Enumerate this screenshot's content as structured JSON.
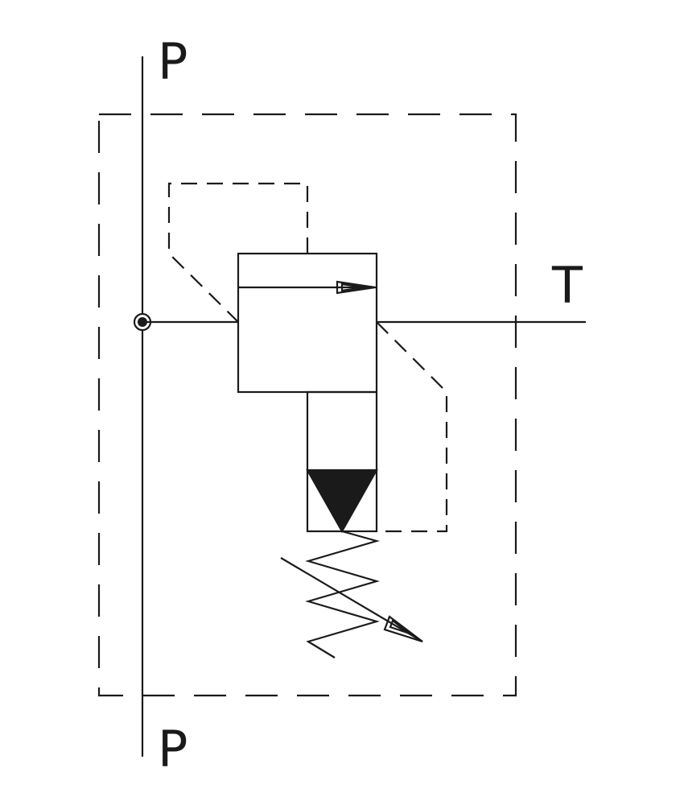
{
  "diagram": {
    "ports": {
      "pressure_top": "P",
      "pressure_bottom": "P",
      "tank": "T"
    },
    "colors": {
      "stroke": "#1a1a1a",
      "background": "#ffffff"
    }
  }
}
